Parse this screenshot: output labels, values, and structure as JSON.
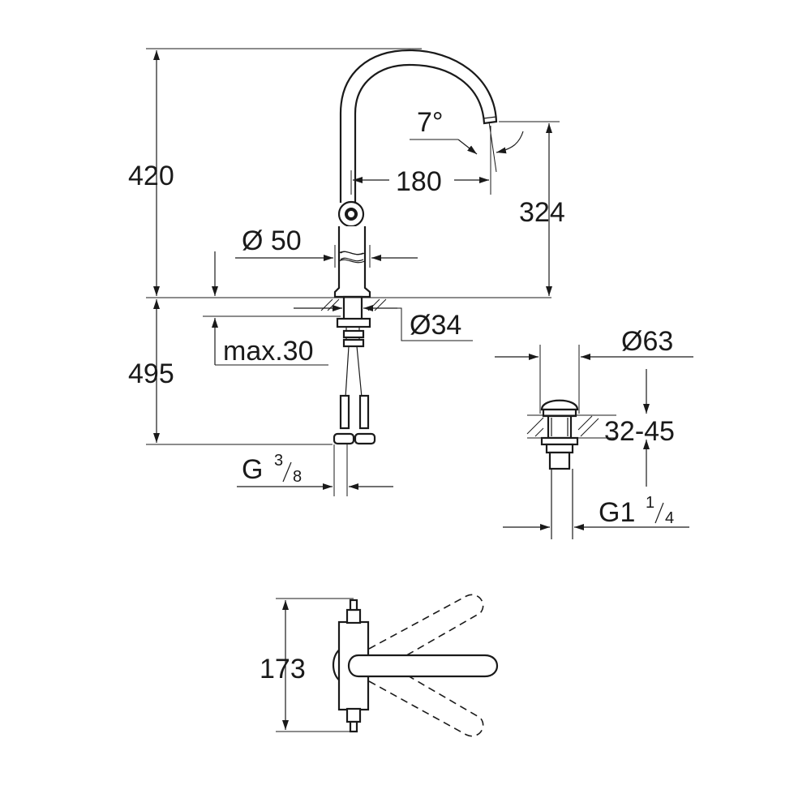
{
  "dimensions": {
    "total_height_above_deck": "420",
    "spout_height": "324",
    "spout_reach": "180",
    "spout_angle": "7°",
    "body_diameter": "Ø 50",
    "mounting_hole_diameter": "Ø34",
    "max_deck_thickness": "max.30",
    "below_deck_length": "495",
    "supply_connection": {
      "main": "G",
      "num": "3",
      "den": "8"
    },
    "waste_diameter": "Ø63",
    "waste_thickness_range": "32-45",
    "waste_connection": {
      "main": "G1",
      "num": "1",
      "den": "4"
    },
    "handle_width": "173"
  }
}
